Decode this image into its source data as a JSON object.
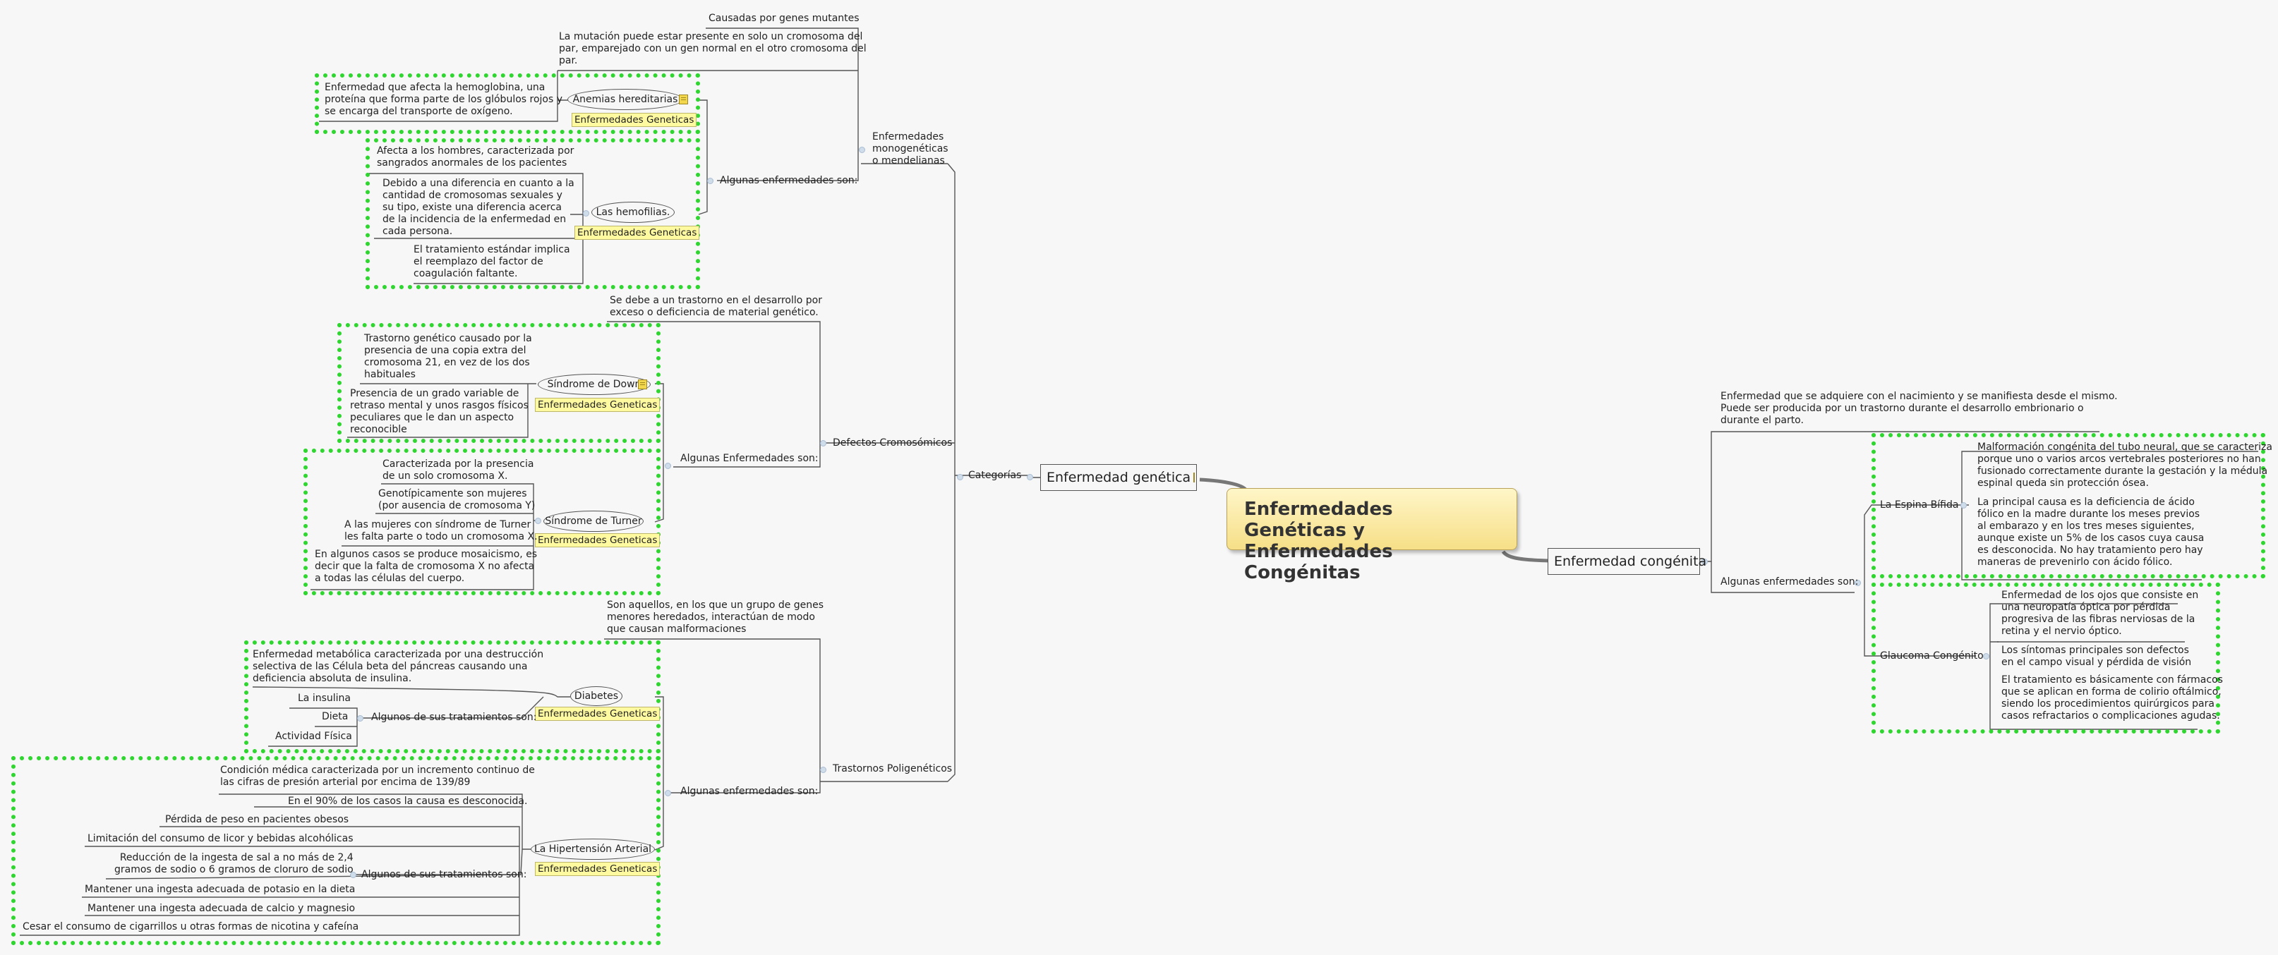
{
  "central": {
    "line1": "Enfermedades Genéticas y",
    "line2": "Enfermedades Congénitas"
  },
  "genetica": {
    "title": "Enfermedad genética",
    "categorias": "Categorías",
    "mono": {
      "label": [
        "Enfermedades",
        "monogenéticas",
        "o mendelianas"
      ],
      "causadas": "Causadas por genes mutantes",
      "mutacion": [
        "La mutación puede estar presente en solo un cromosoma del",
        "par, emparejado con un gen normal en el otro cromosoma del",
        "par."
      ],
      "algunas": "Algunas enfermedades son:",
      "anemias": {
        "label": "Anemias hereditarias",
        "tag": "Enfermedades Geneticas",
        "desc": [
          "Enfermedad que afecta la hemoglobina, una",
          "proteína que forma parte de los glóbulos rojos y",
          "se encarga del transporte de oxígeno."
        ]
      },
      "hemofilias": {
        "label": "Las hemofilias.",
        "tag": "Enfermedades Geneticas",
        "d1": [
          "Afecta a los hombres, caracterizada por",
          "sangrados anormales de los pacientes"
        ],
        "d2": [
          "Debido a una diferencia en cuanto a la",
          "cantidad de cromosomas sexuales y",
          "su tipo, existe una diferencia acerca",
          "de la incidencia de la enfermedad en",
          "cada persona."
        ],
        "d3": [
          "El tratamiento estándar implica",
          "el reemplazo del factor de",
          "coagulación faltante."
        ]
      }
    },
    "crom": {
      "label": "Defectos Cromosómicos",
      "desc": [
        "Se debe a un trastorno en el desarrollo por",
        "exceso o deficiencia de material genético."
      ],
      "algunas": "Algunas Enfermedades son:",
      "down": {
        "label": "Síndrome de Down",
        "tag": "Enfermedades Geneticas",
        "d1": [
          "Trastorno genético causado por la",
          "presencia de una copia extra del",
          "cromosoma 21, en vez de los dos",
          "habituales"
        ],
        "d2": [
          "Presencia de un grado variable de",
          "retraso mental y unos rasgos físicos",
          "peculiares que le dan un aspecto",
          "reconocible"
        ]
      },
      "turner": {
        "label": "Síndrome de Turner",
        "tag": "Enfermedades Geneticas",
        "d1": [
          "Caracterizada por la presencia",
          "de un solo cromosoma X."
        ],
        "d2": [
          "Genotípicamente son mujeres",
          "(por ausencia de cromosoma Y)"
        ],
        "d3": [
          "A las mujeres con síndrome de Turner",
          "les falta parte o todo un cromosoma X."
        ],
        "d4": [
          "En algunos casos se produce mosaicismo, es",
          "decir que la falta de cromosoma X no afecta",
          "a todas las células del cuerpo."
        ]
      }
    },
    "poli": {
      "label": "Trastornos Poligenéticos",
      "desc": [
        "Son aquellos, en los que un grupo de genes",
        "menores heredados, interactúan de modo",
        "que causan malformaciones"
      ],
      "algunas": "Algunas enfermedades son:",
      "diabetes": {
        "label": "Diabetes",
        "tag": "Enfermedades Geneticas",
        "desc": [
          "Enfermedad metabólica caracterizada por una destrucción",
          "selectiva de las Célula beta del páncreas causando una",
          "deficiencia absoluta de insulina."
        ],
        "trat": "Algunos de sus tratamientos son:",
        "items": [
          "La insulina",
          "Dieta",
          "Actividad Física"
        ]
      },
      "hiper": {
        "label": "La Hipertensión Arterial",
        "tag": "Enfermedades Geneticas",
        "desc": [
          "Condición médica caracterizada por un incremento continuo de",
          "las cifras de presión arterial por encima de 139/89"
        ],
        "causa": "En el 90% de los casos la causa es desconocida.",
        "trat": "Algunos de sus tratamientos son:",
        "items": [
          "Pérdida de peso en pacientes obesos",
          "Limitación del consumo de licor y bebidas alcohólicas",
          "Reducción de la ingesta de sal a no más de 2,4|gramos de sodio o 6 gramos de cloruro de sodio",
          "Mantener una ingesta adecuada de potasio en la dieta",
          "Mantener una ingesta adecuada de calcio y magnesio",
          "Cesar el consumo de cigarrillos u otras formas de nicotina y cafeína"
        ]
      }
    }
  },
  "congenita": {
    "title": "Enfermedad congénita",
    "desc": [
      "Enfermedad que se adquiere con el nacimiento y se manifiesta desde el mismo.",
      "Puede ser producida por un trastorno durante el desarrollo embrionario o",
      "durante el parto."
    ],
    "algunas": "Algunas enfermedades son:",
    "espina": {
      "label": "La Espina Bífida",
      "d1": [
        "Malformación congénita del tubo neural, que se caracteriza",
        "porque uno o varios arcos vertebrales posteriores no han",
        "fusionado correctamente durante la gestación y la médula",
        "espinal queda sin protección ósea."
      ],
      "d2": [
        "La principal causa es la deficiencia de ácido",
        "fólico en la madre durante los meses previos",
        "al embarazo y en los tres meses siguientes,",
        "aunque existe un 5% de los casos cuya causa",
        "es desconocida. No hay tratamiento pero hay",
        "maneras de prevenirlo con ácido fólico."
      ]
    },
    "glaucoma": {
      "label": "Glaucoma Congénito",
      "d1": [
        "Enfermedad de los ojos que consiste en",
        "una neuropatía óptica por pérdida",
        "progresiva de las fibras nerviosas de la",
        "retina y el nervio óptico."
      ],
      "d2": [
        "Los síntomas principales son defectos",
        "en el campo visual y pérdida de visión"
      ],
      "d3": [
        "El tratamiento es básicamente con fármacos",
        "que se aplican en forma de colirio oftálmico,",
        "siendo los procedimientos quirúrgicos para",
        "casos refractarios o complicaciones agudas."
      ]
    }
  }
}
